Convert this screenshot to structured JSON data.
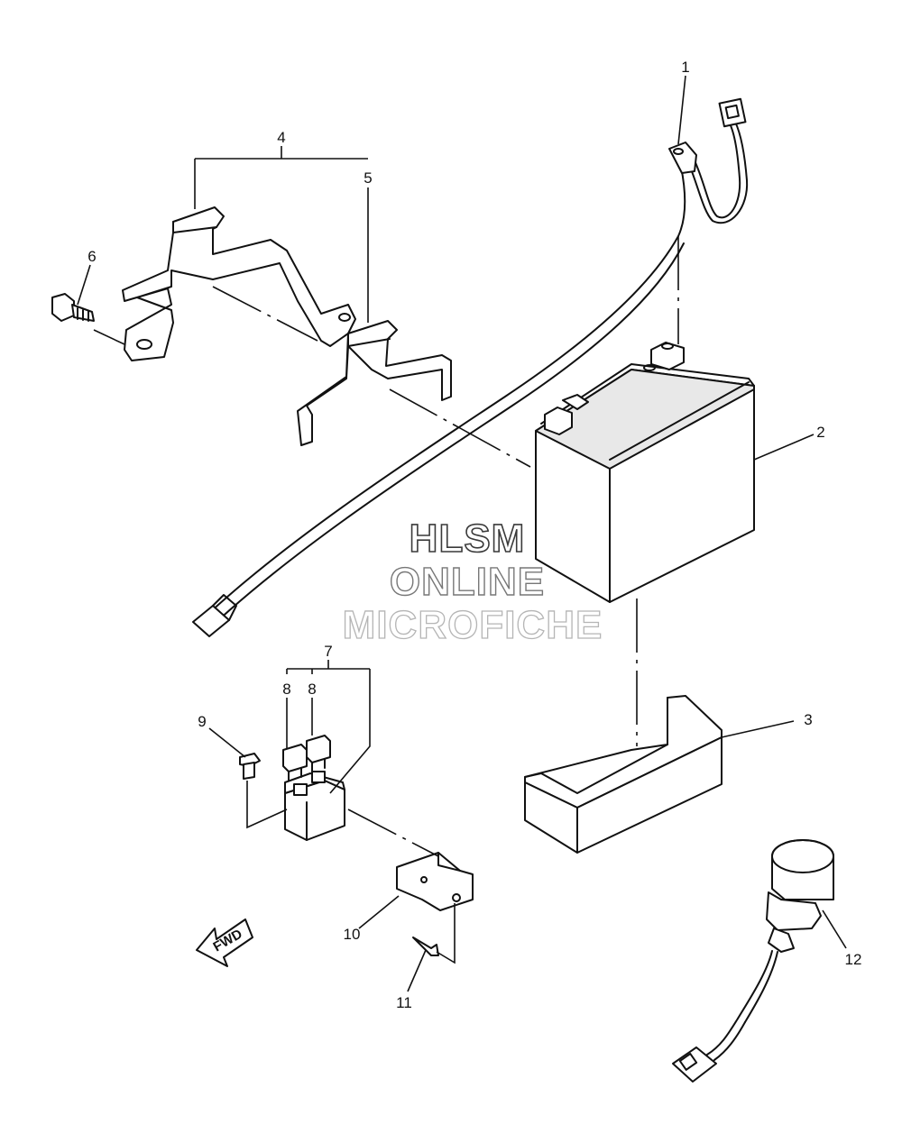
{
  "watermark": {
    "line1": "HLSM",
    "line2": "ONLINE",
    "line3": "MICROFICHE"
  },
  "fwd_label": "FWD",
  "callouts": [
    {
      "id": "1",
      "label": "1"
    },
    {
      "id": "2",
      "label": "2"
    },
    {
      "id": "3",
      "label": "3"
    },
    {
      "id": "4",
      "label": "4"
    },
    {
      "id": "5",
      "label": "5"
    },
    {
      "id": "6",
      "label": "6"
    },
    {
      "id": "7",
      "label": "7"
    },
    {
      "id": "8a",
      "label": "8"
    },
    {
      "id": "8b",
      "label": "8"
    },
    {
      "id": "9",
      "label": "9"
    },
    {
      "id": "10",
      "label": "10"
    },
    {
      "id": "11",
      "label": "11"
    },
    {
      "id": "12",
      "label": "12"
    }
  ]
}
